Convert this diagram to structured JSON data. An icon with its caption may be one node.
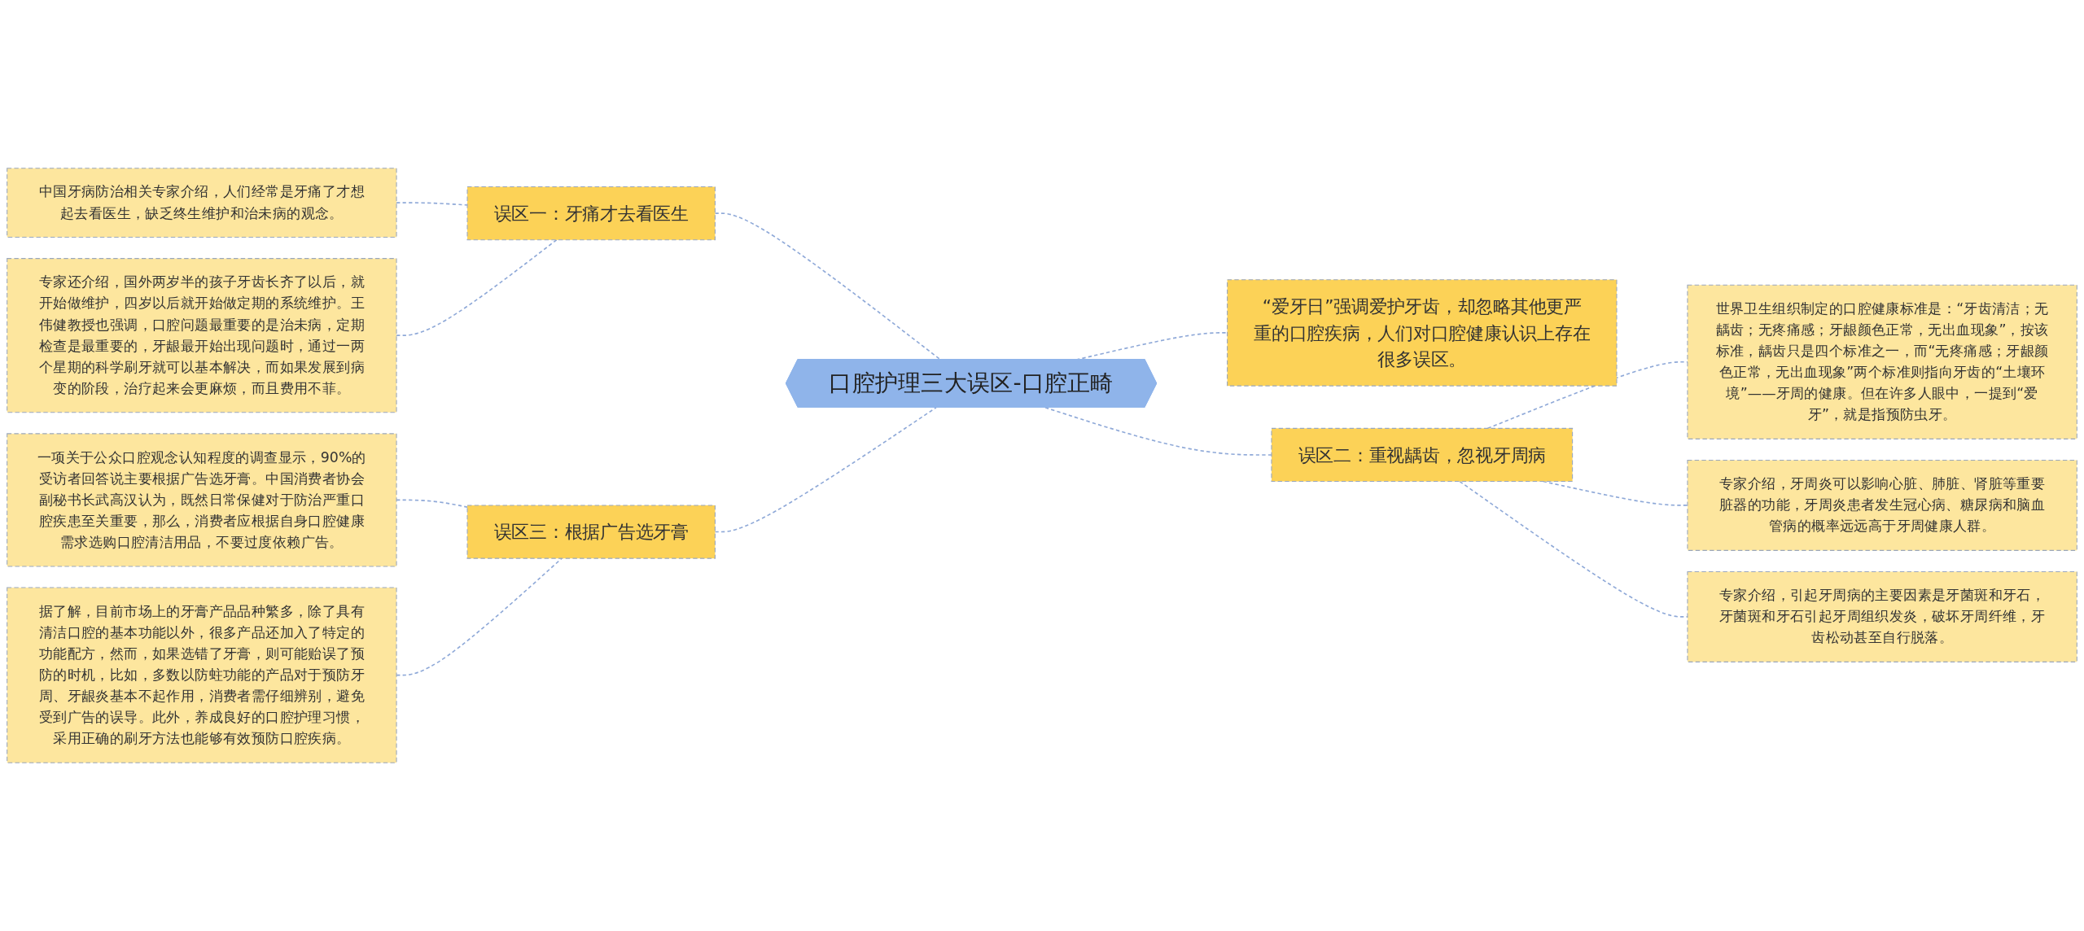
{
  "diagram": {
    "nodes": [
      {
        "text": [
          "口腔护理三大误区-口腔正畸"
        ]
      },
      {
        "text": [
          "误区一：牙痛才去看医生"
        ]
      },
      {
        "text": [
          "中国牙病防治相关专家介绍，人们经常是牙痛了才想起去看医生，缺乏终生维护和治未病的观念。"
        ]
      },
      {
        "text": [
          "专家还介绍，国外两岁半的孩子牙齿长齐了以后，就开始做维护，四岁以后就开始做定期的系统维护。王伟健教授也强调，口腔问题最重要的是治未病，定期检查是最重要的，牙龈最开始出现问题时，通过一两个星期的科学刷牙就可以基本解决，而如果发展到病变的阶段，治疗起来会更麻烦，而且费用不菲。"
        ]
      },
      {
        "text": [
          "误区三：根据广告选牙膏"
        ]
      },
      {
        "text": [
          "一项关于公众口腔观念认知程度的调查显示，90%的受访者回答说主要根据广告选牙膏。中国消费者协会副秘书长武高汉认为，既然日常保健对于防治严重口腔疾患至关重要，那么，消费者应根据自身口腔健康需求选购口腔清洁用品，不要过度依赖广告。"
        ]
      },
      {
        "text": [
          "据了解，目前市场上的牙膏产品品种繁多，除了具有清洁口腔的基本功能以外，很多产品还加入了特定的功能配方，然而，如果选错了牙膏，则可能贻误了预防的时机，比如，多数以防蛀功能的产品对于预防牙周、牙龈炎基本不起作用，消费者需仔细辨别，避免受到广告的误导。此外，养成良好的口腔护理习惯，采用正确的刷牙方法也能够有效预防口腔疾病。"
        ]
      },
      {
        "text": [
          "“爱牙日”强调爱护牙齿，却忽略其他更严重的口腔疾病，人们对口腔健康认识上存在很多误区。"
        ]
      },
      {
        "text": [
          "误区二：重视龋齿，忽视牙周病"
        ]
      },
      {
        "text": [
          "世界卫生组织制定的口腔健康标准是：“牙齿清洁；无龋齿；无疼痛感；牙龈颜色正常，无出血现象”，按该标准，龋齿只是四个标准之一，而“无疼痛感；牙龈颜色正常，无出血现象”两个标准则指向牙齿的“土壤环境”——牙周的健康。但在许多人眼中，一提到“爱牙”，就是指预防虫牙。"
        ]
      },
      {
        "text": [
          "专家介绍，牙周炎可以影响心脏、肺脏、肾脏等重要脏器的功能，牙周炎患者发生冠心病、糖尿病和脑血管病的概率远远高于牙周健康人群。"
        ]
      },
      {
        "text": [
          "专家介绍，引起牙周病的主要因素是牙菌斑和牙石，牙菌斑和牙石引起牙周组织发炎，破坏牙周纤维，牙齿松动甚至自行脱落。"
        ]
      }
    ],
    "edges": [
      {
        "from": 2,
        "to": 1,
        "arrow": "none",
        "style": "dashed"
      },
      {
        "from": 3,
        "to": 1,
        "arrow": "none",
        "style": "dashed"
      },
      {
        "from": 1,
        "to": 0,
        "arrow": "none",
        "style": "dashed"
      },
      {
        "from": 5,
        "to": 4,
        "arrow": "none",
        "style": "dashed"
      },
      {
        "from": 6,
        "to": 4,
        "arrow": "none",
        "style": "dashed"
      },
      {
        "from": 4,
        "to": 0,
        "arrow": "none",
        "style": "dashed"
      },
      {
        "from": 0,
        "to": 7,
        "arrow": "none",
        "style": "dashed"
      },
      {
        "from": 0,
        "to": 8,
        "arrow": "none",
        "style": "dashed"
      },
      {
        "from": 8,
        "to": 9,
        "arrow": "none",
        "style": "dashed"
      },
      {
        "from": 8,
        "to": 10,
        "arrow": "none",
        "style": "dashed"
      },
      {
        "from": 8,
        "to": 11,
        "arrow": "none",
        "style": "dashed"
      }
    ]
  }
}
